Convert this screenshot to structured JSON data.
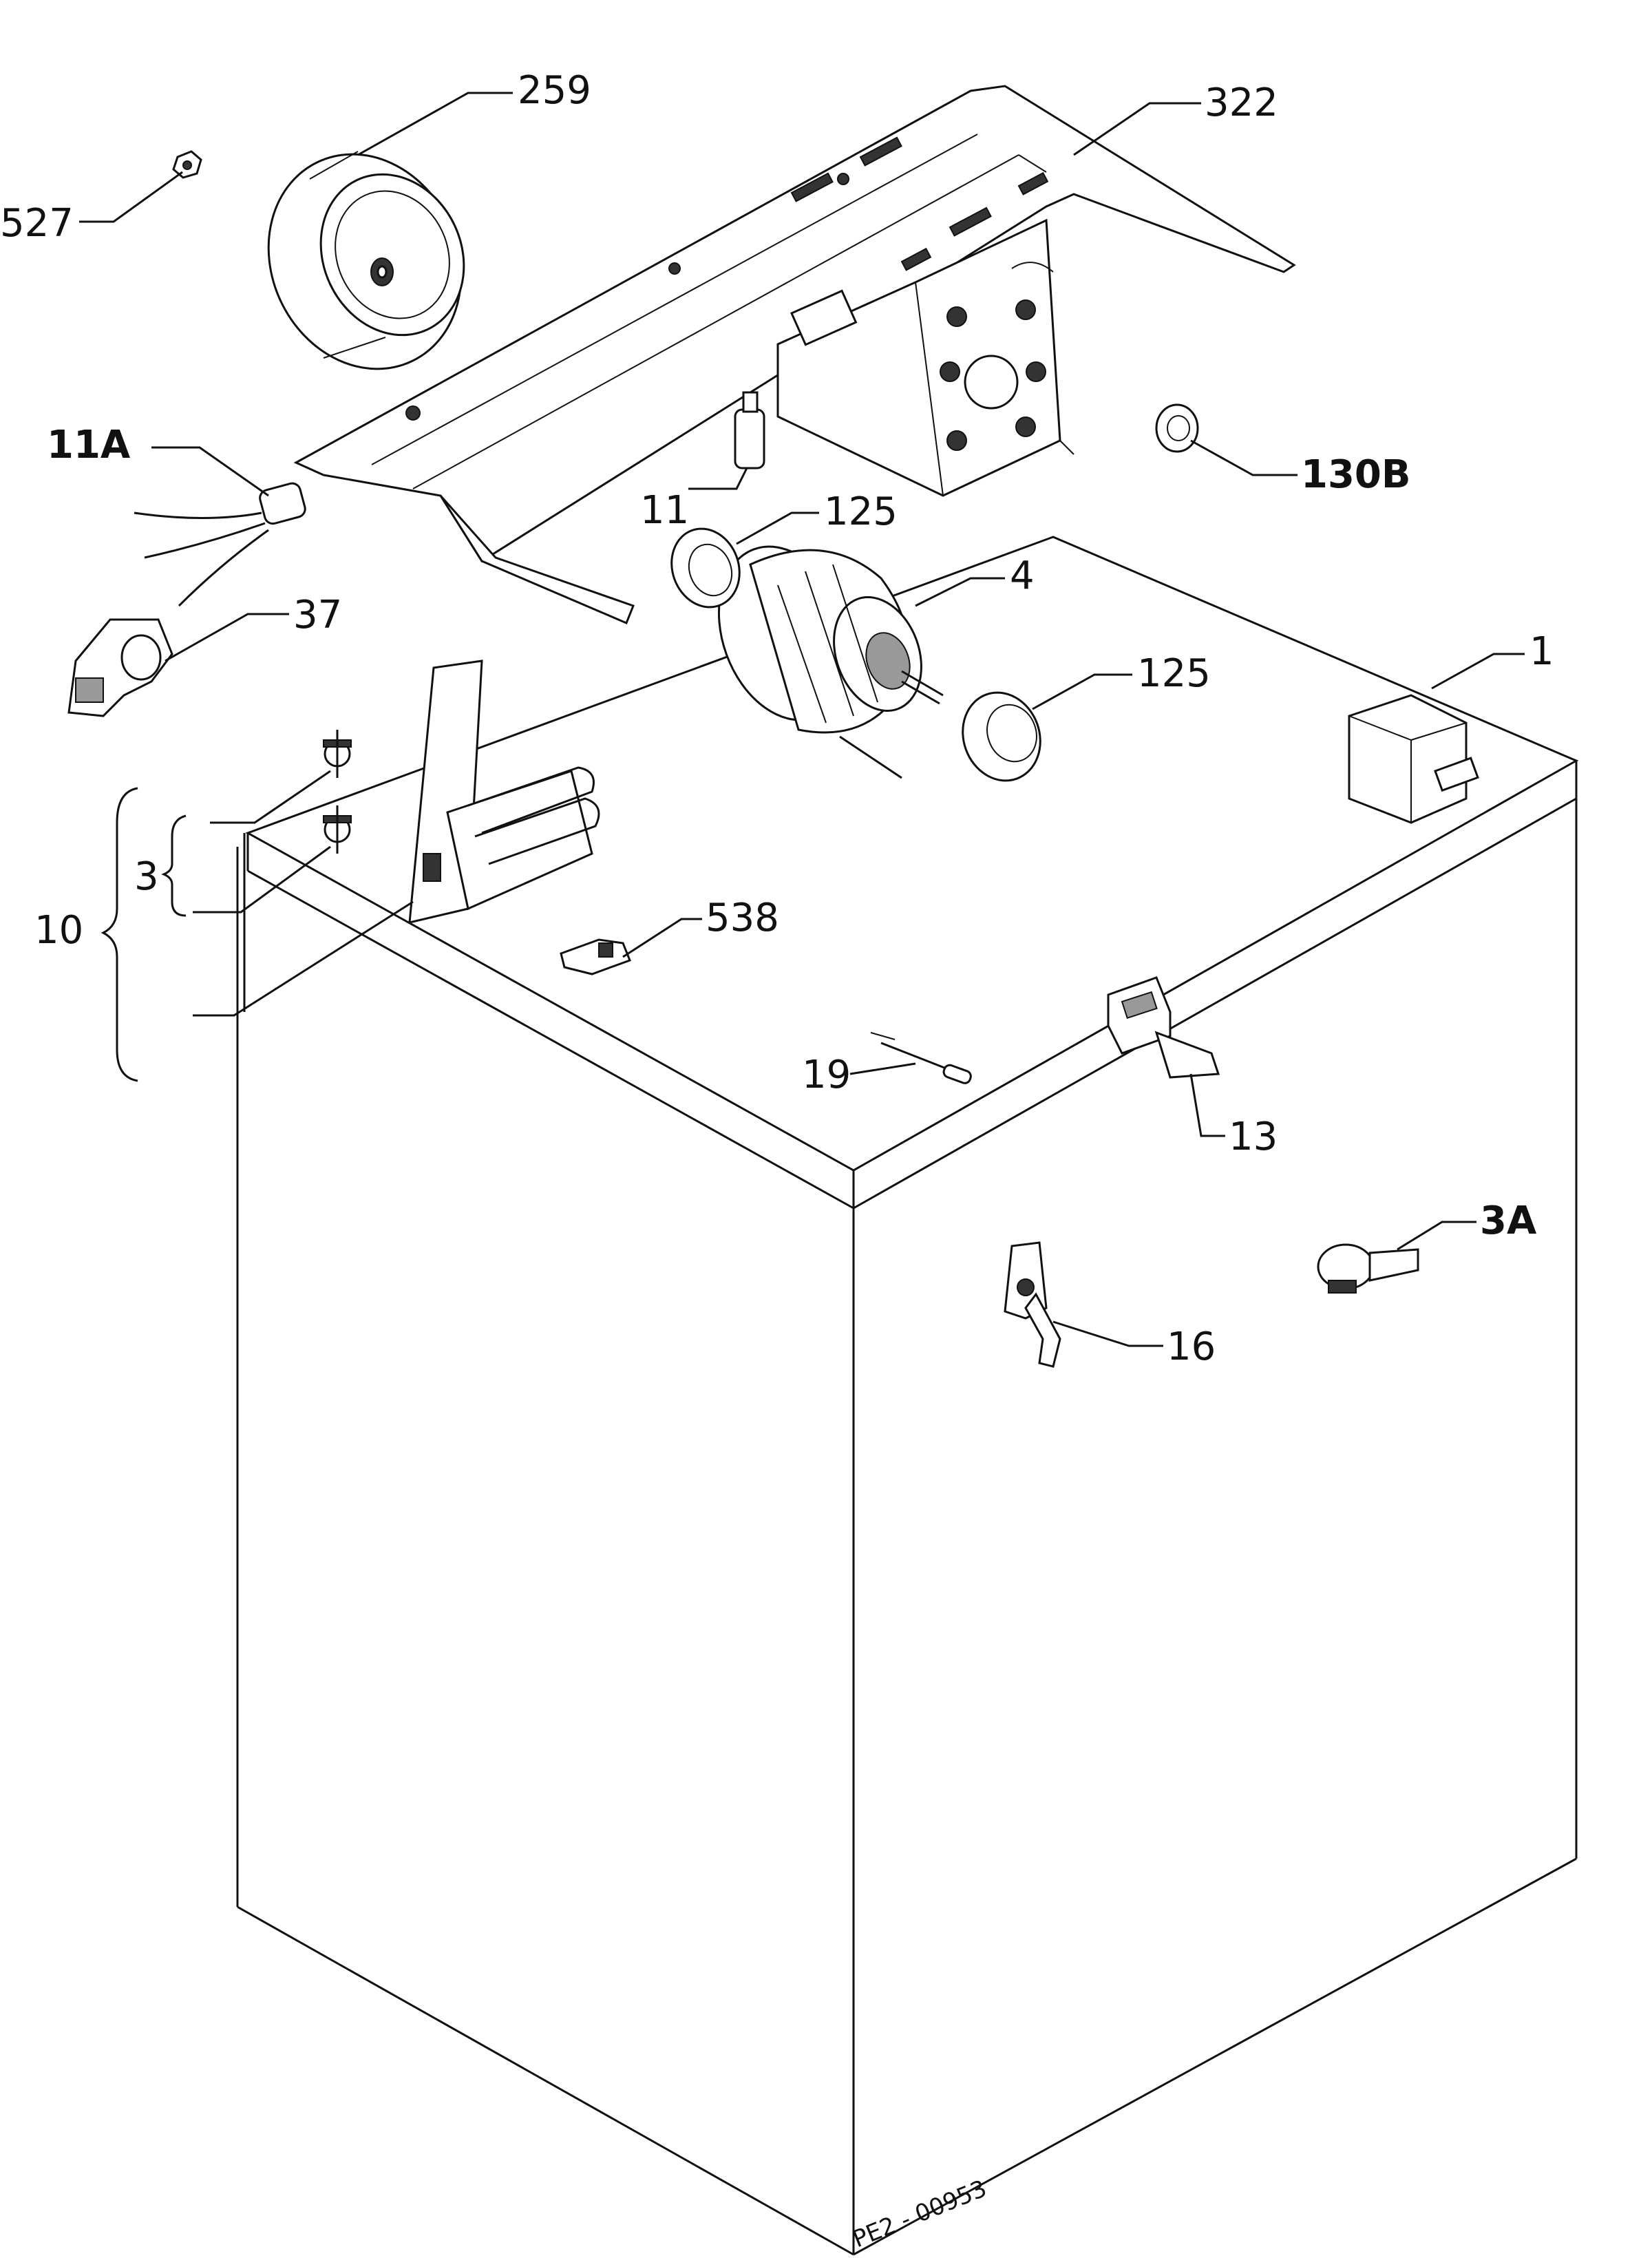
{
  "labels": {
    "l259": "259",
    "l527": "527",
    "l322": "322",
    "l11A": "11A",
    "l130B": "130B",
    "l11": "11",
    "l125a": "125",
    "l4": "4",
    "l37": "37",
    "l125b": "125",
    "l1": "1",
    "l3": "3",
    "l10": "10",
    "l538": "538",
    "l19": "19",
    "l13": "13",
    "l3A": "3A",
    "l16": "16"
  },
  "drawing_code": "PE2 - 00953"
}
